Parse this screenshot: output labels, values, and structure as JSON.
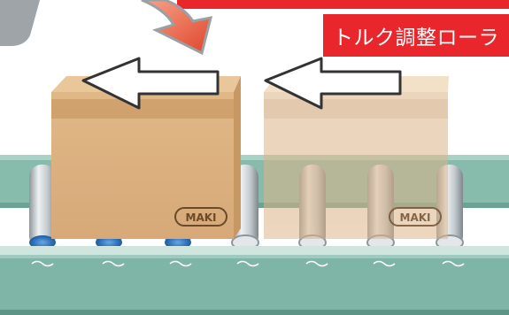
{
  "badge": {
    "label": "トルク調整ローラ"
  },
  "boxes": [
    {
      "logo": "MAKI",
      "state": "stopped"
    },
    {
      "logo": "MAKI",
      "state": "ghost"
    }
  ],
  "arrows": {
    "direction": "left",
    "icon": "arrow-left-icon"
  },
  "colors": {
    "accent_red": "#e8262b",
    "frame_green": "#7fb5a6",
    "cardboard": "#ddb181",
    "roller_blue": "#2b6fb8",
    "roller_steel": "#c9cfd4"
  }
}
